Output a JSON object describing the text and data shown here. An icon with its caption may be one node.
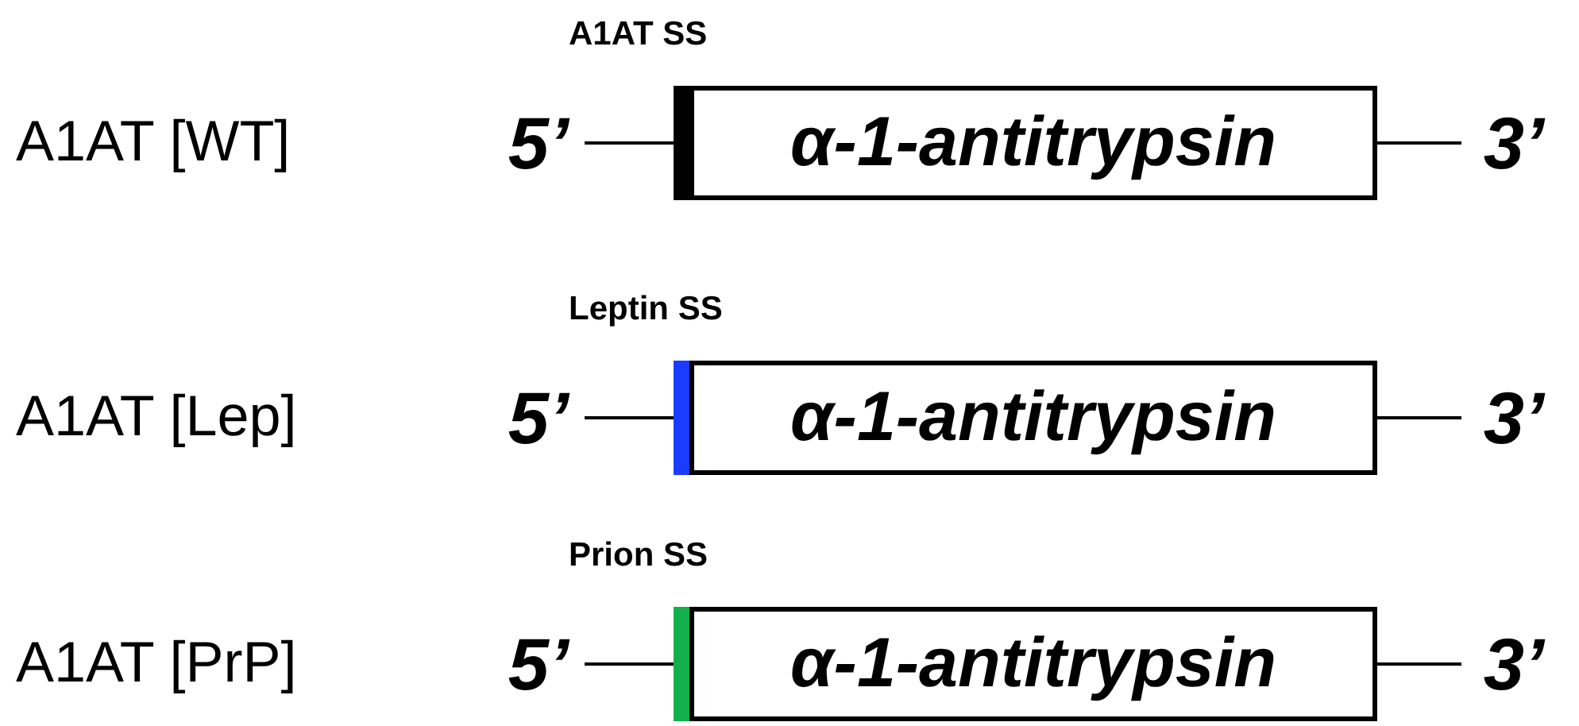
{
  "diagram": {
    "nodes": [
      {
        "text": [
          "5’"
        ]
      },
      {
        "text": [],
        "shape": "bar",
        "beside": [
          "A1AT SS"
        ]
      },
      {
        "text": [
          "α-1-antitrypsin"
        ]
      },
      {
        "text": [
          "3’"
        ]
      },
      {
        "text": [
          "5’"
        ]
      },
      {
        "text": [],
        "shape": "bar",
        "beside": [
          "Leptin SS"
        ]
      },
      {
        "text": [
          "α-1-antitrypsin"
        ]
      },
      {
        "text": [
          "3’"
        ]
      },
      {
        "text": [
          "5’"
        ]
      },
      {
        "text": [],
        "shape": "bar",
        "beside": [
          "Prion SS"
        ]
      },
      {
        "text": [
          "α-1-antitrypsin"
        ]
      },
      {
        "text": [
          "3’"
        ]
      }
    ],
    "edges": [
      {
        "from": 0,
        "to": 1,
        "arrow": "none"
      },
      {
        "from": 2,
        "to": 3,
        "arrow": "none"
      },
      {
        "from": 4,
        "to": 5,
        "arrow": "none"
      },
      {
        "from": 6,
        "to": 7,
        "arrow": "none"
      },
      {
        "from": 8,
        "to": 9,
        "arrow": "none"
      },
      {
        "from": 10,
        "to": 11,
        "arrow": "none"
      }
    ],
    "labels": [
      "A1AT [WT]",
      "A1AT [Lep]",
      "A1AT [PrP]"
    ]
  }
}
